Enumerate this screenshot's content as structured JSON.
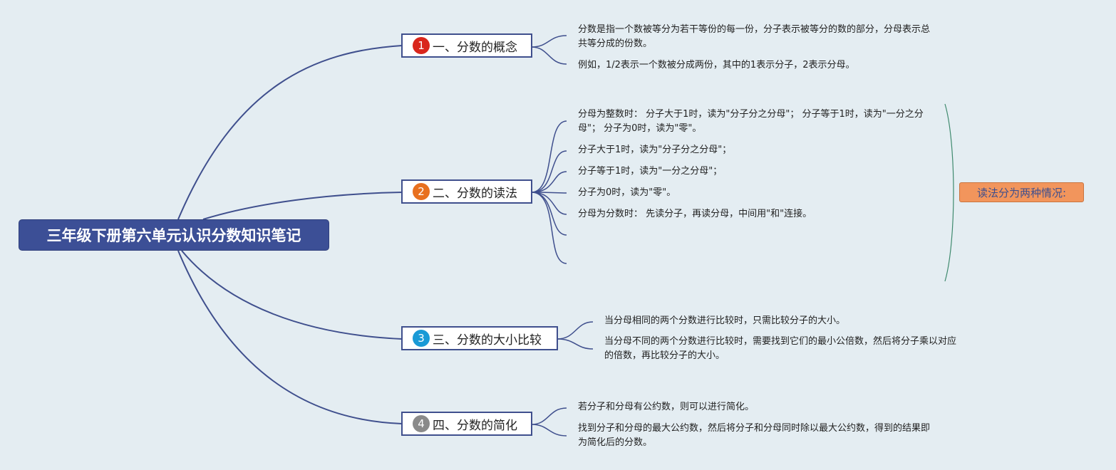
{
  "root": {
    "title": "三年级下册第六单元认识分数知识笔记"
  },
  "topics": [
    {
      "number": "1",
      "label": "一、分数的概念",
      "color": "#d9261c"
    },
    {
      "number": "2",
      "label": "二、分数的读法",
      "color": "#e8701f"
    },
    {
      "number": "3",
      "label": "三、分数的大小比较",
      "color": "#1a9ad6"
    },
    {
      "number": "4",
      "label": "四、分数的简化",
      "color": "#8a8a8a"
    }
  ],
  "leaves": {
    "concept": [
      "分数是指一个数被等分为若干等份的每一份，分子表示被等分的数的部分，分母表示总共等分成的份数。",
      "例如，1/2表示一个数被分成两份，其中的1表示分子，2表示分母。"
    ],
    "reading": [
      "分母为整数时： 分子大于1时，读为\"分子分之分母\"； 分子等于1时，读为\"一分之分母\"； 分子为0时，读为\"零\"。",
      "分子大于1时，读为\"分子分之分母\"；",
      "分子等于1时，读为\"一分之分母\"；",
      "分子为0时，读为\"零\"。",
      "分母为分数时： 先读分子，再读分母，中间用\"和\"连接。"
    ],
    "compare": [
      "当分母相同的两个分数进行比较时，只需比较分子的大小。",
      "当分母不同的两个分数进行比较时，需要找到它们的最小公倍数，然后将分子乘以对应的倍数，再比较分子的大小。"
    ],
    "simplify": [
      "若分子和分母有公约数，则可以进行简化。",
      "找到分子和分母的最大公约数，然后将分子和分母同时除以最大公约数，得到的结果即为简化后的分数。"
    ]
  },
  "callout": {
    "label": "读法分为两种情况:"
  },
  "colors": {
    "line": "#3f4f8d",
    "bracket": "#3f8a6e",
    "background": "#e4edf2"
  }
}
